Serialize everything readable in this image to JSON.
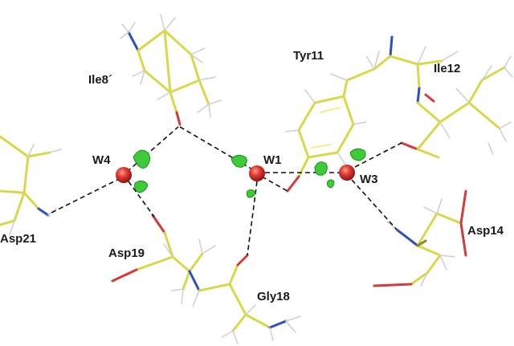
{
  "figure": {
    "residues": {
      "ile8": "Ile8´",
      "tyr11": "Tyr11",
      "ile12": "Ile12",
      "asp21": "Asp21",
      "asp19": "Asp19",
      "asp14": "Asp14",
      "gly18": "Gly18"
    },
    "waters": {
      "w4": "W4",
      "w1": "W1",
      "w3": "W3"
    },
    "colors": {
      "carbon": "#d8d84a",
      "carbon_light": "#f0f08a",
      "nitrogen": "#2d4fc4",
      "oxygen": "#d43a3a",
      "hydrogen": "#d0d0d0",
      "water": "#d9322d",
      "density": "#3ecb3a",
      "hbond": "#111111"
    }
  }
}
